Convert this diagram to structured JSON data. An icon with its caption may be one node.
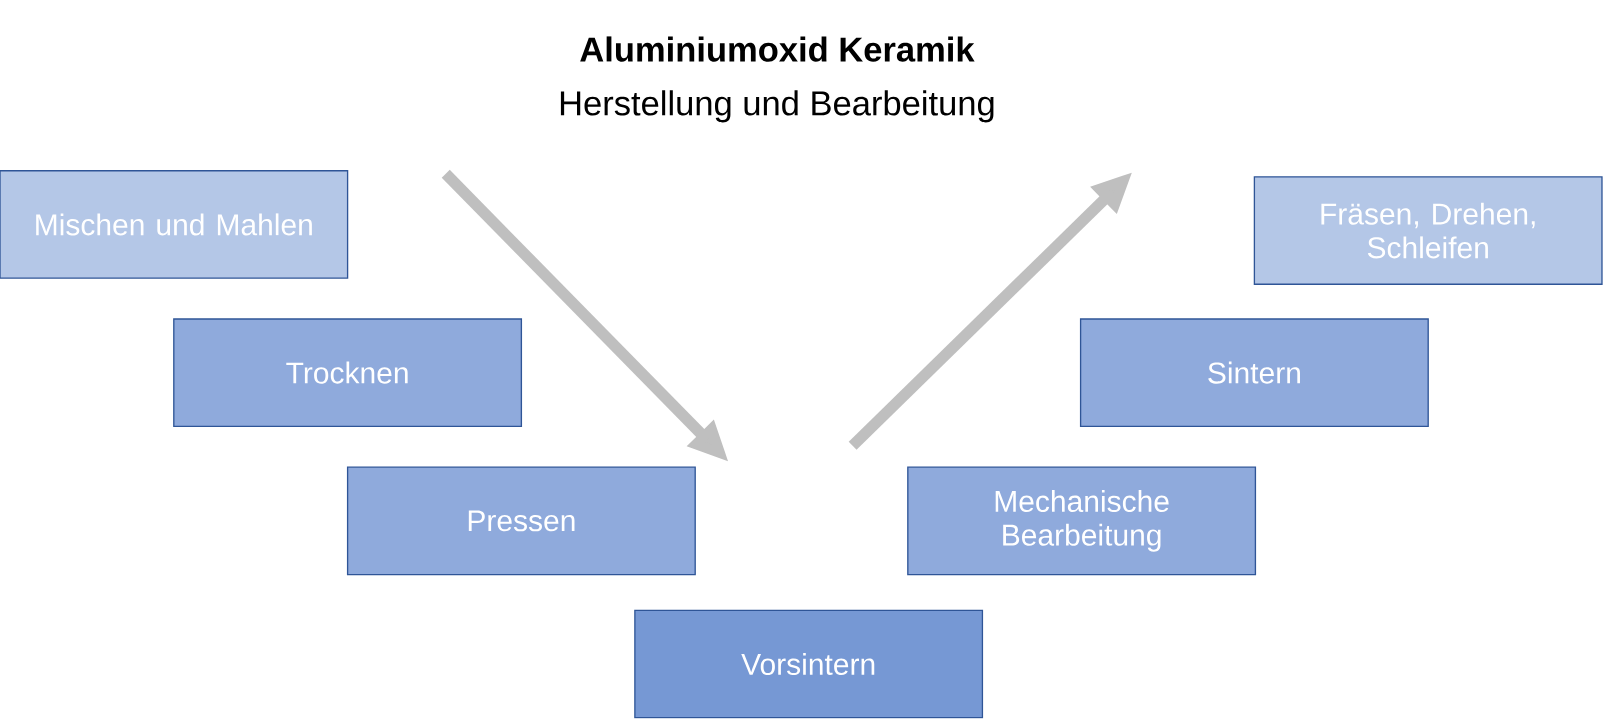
{
  "diagram": {
    "title": "Aluminiumoxid Keramik",
    "nodes": [
      {
        "text": [
          "Mischen und Mahlen"
        ]
      },
      {
        "text": [
          "Trocknen"
        ]
      },
      {
        "text": [
          "Pressen"
        ]
      },
      {
        "text": [
          "Vorsintern"
        ]
      },
      {
        "text": [
          "Mechanische Bearbeitung"
        ]
      },
      {
        "text": [
          "Sintern"
        ]
      },
      {
        "text": [
          "Fräsen, Drehen, Schleifen"
        ]
      }
    ],
    "labels": [
      "Herstellung und Bearbeitung"
    ]
  }
}
